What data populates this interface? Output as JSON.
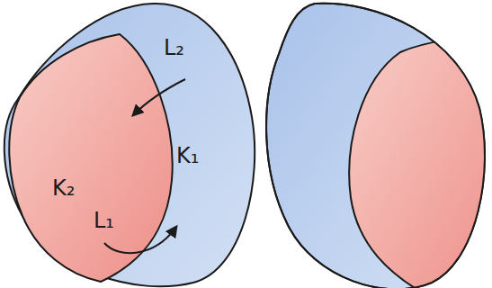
{
  "diagram": {
    "nodes": [
      {
        "text": [
          "K₁"
        ]
      },
      {
        "text": [
          "K₂"
        ],
        "in": 0
      }
    ],
    "labels": [
      "L₂",
      "L₁"
    ]
  }
}
